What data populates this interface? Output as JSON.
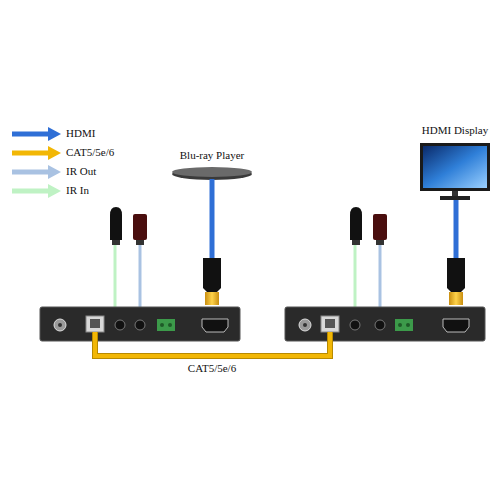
{
  "diagram": {
    "nodes": [
      {
        "text": [
          "Blu-ray Player"
        ]
      },
      {
        "text": [
          "HDMI Display"
        ]
      }
    ],
    "labels": [
      "CAT5/5e/6"
    ],
    "legend": [
      {
        "text": "HDMI"
      },
      {
        "text": "CAT5/5e/6"
      },
      {
        "text": "IR Out"
      },
      {
        "text": "IR In"
      }
    ]
  }
}
